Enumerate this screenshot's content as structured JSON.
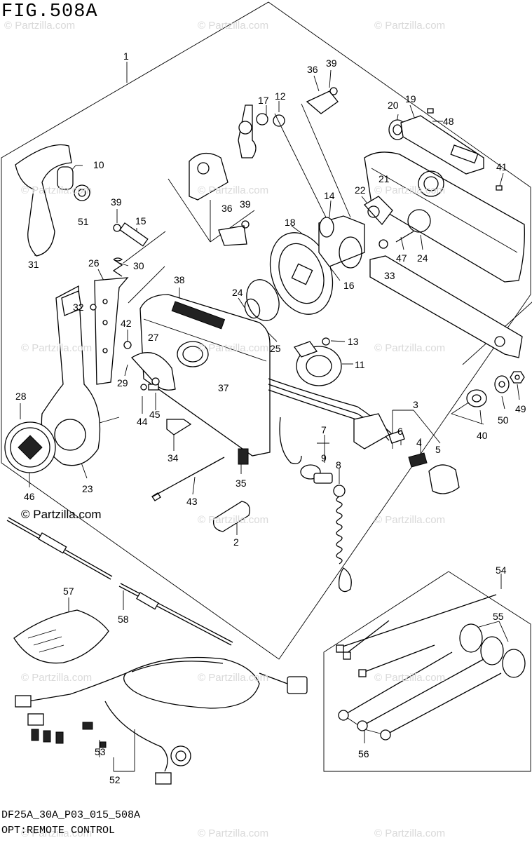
{
  "figure": {
    "title": "FIG.508A",
    "drawing_code": "DF25A_30A_P03_015_508A",
    "caption": "OPT:REMOTE CONTROL",
    "brand_text": "Partzilla.com"
  },
  "watermark": {
    "text": "© Partzilla.com",
    "color": "#d9d9d9"
  },
  "callouts": [
    "1",
    "2",
    "3",
    "4",
    "5",
    "6",
    "7",
    "8",
    "9",
    "10",
    "11",
    "12",
    "13",
    "14",
    "15",
    "16",
    "17",
    "18",
    "19",
    "20",
    "21",
    "22",
    "23",
    "24",
    "24",
    "25",
    "26",
    "27",
    "28",
    "29",
    "30",
    "31",
    "32",
    "33",
    "34",
    "35",
    "36",
    "36",
    "37",
    "38",
    "39",
    "39",
    "39",
    "40",
    "41",
    "42",
    "43",
    "44",
    "45",
    "46",
    "47",
    "48",
    "49",
    "50",
    "51",
    "52",
    "53",
    "54",
    "55",
    "56",
    "57",
    "58"
  ]
}
